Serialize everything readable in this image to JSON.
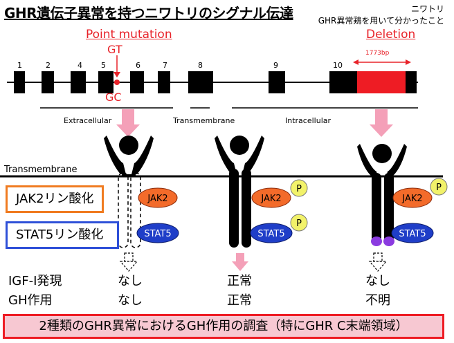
{
  "title": "GHR遺伝子異常を持つニワトリのシグナル伝達",
  "corner_note": {
    "line1": "ニワトリ",
    "line2": "GHR異常鶏を用いて分かったこと"
  },
  "point_mutation": {
    "label": "Point mutation",
    "original": "GT",
    "mutant": "GC"
  },
  "deletion": {
    "label": "Deletion",
    "size": "1773bp"
  },
  "exons": [
    "1",
    "2",
    "4",
    "5",
    "6",
    "7",
    "8",
    "9",
    "10"
  ],
  "regions": {
    "extracellular": "Extracellular",
    "transmembrane": "Transmembrane",
    "intracellular": "Intracellular"
  },
  "membrane_label": "Transmembrane",
  "boxes": {
    "jak": "JAK2リン酸化",
    "stat": "STAT5リン酸化"
  },
  "molecules": {
    "jak2": "JAK2",
    "stat5": "STAT5",
    "phospho": "P"
  },
  "rows": [
    {
      "label": "IGF-I発現",
      "values": [
        "なし",
        "正常",
        "なし"
      ]
    },
    {
      "label": "GH作用",
      "values": [
        "なし",
        "正常",
        "不明"
      ]
    }
  ],
  "conclusion": "2種類のGHR異常におけるGH作用の調査（特にGHR C末端領域）",
  "colors": {
    "red": "#e8232a",
    "orange": "#f07b20",
    "blue": "#2e50d8",
    "jak2": "#f36b2a",
    "stat5": "#1f3ec8",
    "phospho": "#f2f26a",
    "pink_arrow": "#f4a0b8"
  }
}
